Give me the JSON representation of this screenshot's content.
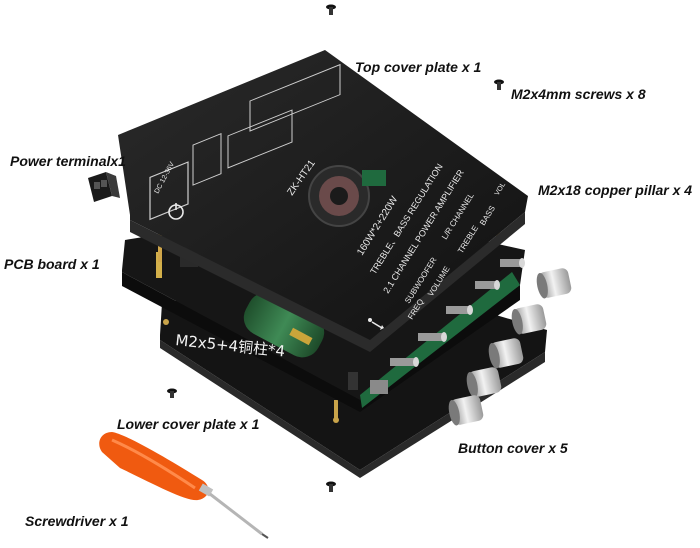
{
  "labels": {
    "top_cover": "Top cover plate x 1",
    "screws": "M2x4mm screws x 8",
    "power_terminal": "Power terminalx1",
    "copper_pillar": "M2x18 copper pillar x 4",
    "pcb_board": "PCB board x 1",
    "lower_cover": "Lower cover plate x 1",
    "button_cover": "Button cover x 5",
    "screwdriver": "Screwdriver x 1"
  },
  "board_print": {
    "model": "ZK-HT21",
    "spec": "160W*2+220W",
    "regulation": "TREBLE、BASS REGULATION",
    "amp": "2.1 CHANNEL POWER AMPLIFIER",
    "subwoofer": "SUBWOOFER",
    "freq": "FREQ",
    "volume": "VOLUME",
    "lr_channel": "L/R CHANNEL",
    "treble": "TREBLE",
    "bass": "BASS",
    "pillar_note": "M2x5+4铜柱*4",
    "dc_input": "DC 12-36V",
    "vol_label": "VOL"
  },
  "colors": {
    "board_black": "#1b1b1b",
    "pcb_green": "#1f6a3e",
    "screwdriver_orange": "#f05a10",
    "knob_silver": "#c9c9c9"
  }
}
